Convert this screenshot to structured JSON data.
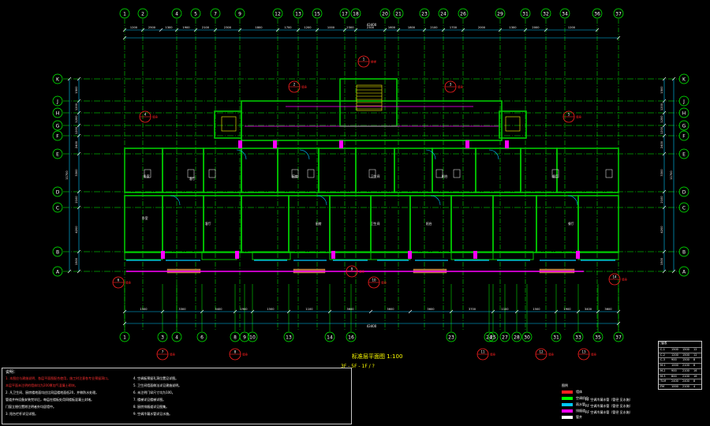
{
  "drawing": {
    "title": "标准层平面图",
    "scale": "1:100",
    "subtitle": "3F - 5F - 1F / ?",
    "colors": {
      "background": "#000000",
      "grid": "#00ff00",
      "wall": "#00c800",
      "dimension": "#00c8ff",
      "tag_red": "#ff2020",
      "magenta": "#ff00ff",
      "yellow": "#ffff00",
      "white": "#ffffff"
    },
    "grid_axes_top": [
      "1",
      "2",
      "4",
      "5",
      "7",
      "9",
      "12",
      "13",
      "15",
      "17",
      "18",
      "20",
      "21",
      "23",
      "24",
      "26",
      "29",
      "31",
      "32",
      "34",
      "36",
      "37"
    ],
    "grid_axes_bottom": [
      "1",
      "3",
      "4",
      "6",
      "8",
      "9",
      "10",
      "13",
      "14",
      "16",
      "23",
      "24",
      "25",
      "27",
      "28",
      "30",
      "31",
      "33",
      "35",
      "37"
    ],
    "grid_axes_side": [
      "K",
      "J",
      "H",
      "G",
      "F",
      "E",
      "D",
      "C",
      "B",
      "A"
    ],
    "dims_top_row1": [
      "1200",
      "2500",
      "1300",
      "1900",
      "2100",
      "2300",
      "1800",
      "1700",
      "1200",
      "1000",
      "2300",
      "2300",
      "1600",
      "1800",
      "2100",
      "1700",
      "2000",
      "1300",
      "2000",
      "1200"
    ],
    "dims_top_total": "43400",
    "dims_bottom_row": [
      "1500",
      "3300",
      "3400",
      "1900",
      "1500",
      "1100",
      "3600",
      "3600",
      "3600",
      "3700",
      "1100",
      "1500",
      "1900",
      "3400",
      "3600",
      "1500"
    ],
    "dims_bottom_total": "43400",
    "dims_side_left": [
      "1500",
      "1200",
      "1200",
      "1200",
      "2400",
      "3300",
      "2100",
      "4200",
      "1500"
    ],
    "dims_side_right": [
      "1500",
      "1200",
      "1200",
      "1200",
      "2400",
      "3300",
      "2100",
      "4200",
      "1500"
    ],
    "side_total": "11700",
    "tags": [
      {
        "label": "1",
        "sub": "楼梯"
      },
      {
        "label": "2",
        "sub": "墙身"
      },
      {
        "label": "3",
        "sub": "墙身"
      },
      {
        "label": "4",
        "sub": "墙身"
      },
      {
        "label": "5",
        "sub": "墙身"
      },
      {
        "label": "6",
        "sub": "墙身"
      },
      {
        "label": "7",
        "sub": "墙身"
      },
      {
        "label": "8",
        "sub": "墙身"
      },
      {
        "label": "9",
        "sub": "墙身"
      },
      {
        "label": "10",
        "sub": "墙身"
      },
      {
        "label": "11",
        "sub": "墙身"
      },
      {
        "label": "12",
        "sub": "墙身"
      },
      {
        "label": "13",
        "sub": "墙身"
      },
      {
        "label": "14",
        "sub": "墙身"
      }
    ],
    "rooms": [
      "卧室",
      "客厅",
      "厨房",
      "卫生间",
      "阳台",
      "餐厅"
    ]
  },
  "notes": {
    "header": "说明：",
    "rows": [
      {
        "text": "1. 本图应与建施说明、各层平面图配合使用，施工时注意各专业预留洞口。",
        "red": true
      },
      {
        "text": "   本层平面未注明的墙体均为200厚加气混凝土砌块。",
        "red": true
      },
      {
        "text": "2. 凡卫生间、厨房楼地面均应比同层楼地面低20，并做防水处理。",
        "red": false
      },
      {
        "text": "   管道井待设备安装完毕后，每层在楼板处用同楼板混凝土封堵。",
        "red": false
      },
      {
        "text": "   门窗立樘位置除注明者外均居墙中。",
        "red": false
      },
      {
        "text": "3. 阳台栏杆详见详图。",
        "red": false
      },
      {
        "text": "4. 空调板预留孔洞位置见详图。",
        "red": false
      },
      {
        "text": "5. 卫生间墙面做法详见建施说明。",
        "red": false
      },
      {
        "text": "6. 未注明门垛尺寸均为100。",
        "red": false
      },
      {
        "text": "7. 楼梯详见楼梯详图。",
        "red": false
      },
      {
        "text": "8. 厨房排烟道详见图集。",
        "red": false
      },
      {
        "text": "9. 空调冷凝水管详见水施。",
        "red": false
      }
    ]
  },
  "legend": {
    "header": "图例",
    "items": [
      {
        "name": "墙体",
        "color": "#ff2020"
      },
      {
        "name": "空调机位",
        "color": "#00ff00"
      },
      {
        "name": "雨水管",
        "color": "#00c8ff"
      },
      {
        "name": "排烟道",
        "color": "#ff00ff"
      },
      {
        "name": "管井",
        "color": "#ffffff"
      }
    ],
    "notes": [
      "RF 空调冷凝水管（管径 见水施）",
      "RF 空调冷凝水管（管径 见水施）",
      "RF 空调冷凝水管（管径 见水施）"
    ]
  },
  "door_window_table": {
    "header": "门窗表",
    "rows": [
      [
        "C-1",
        "1500",
        "1500",
        "12"
      ],
      [
        "C-2",
        "1200",
        "1500",
        "12"
      ],
      [
        "C-3",
        "900",
        "1500",
        "8"
      ],
      [
        "M-1",
        "1000",
        "2100",
        "8"
      ],
      [
        "M-2",
        "900",
        "2100",
        "16"
      ],
      [
        "M-3",
        "800",
        "2100",
        "16"
      ],
      [
        "TLM",
        "2400",
        "2400",
        "8"
      ],
      [
        "FM",
        "1000",
        "2100",
        "4"
      ]
    ]
  }
}
